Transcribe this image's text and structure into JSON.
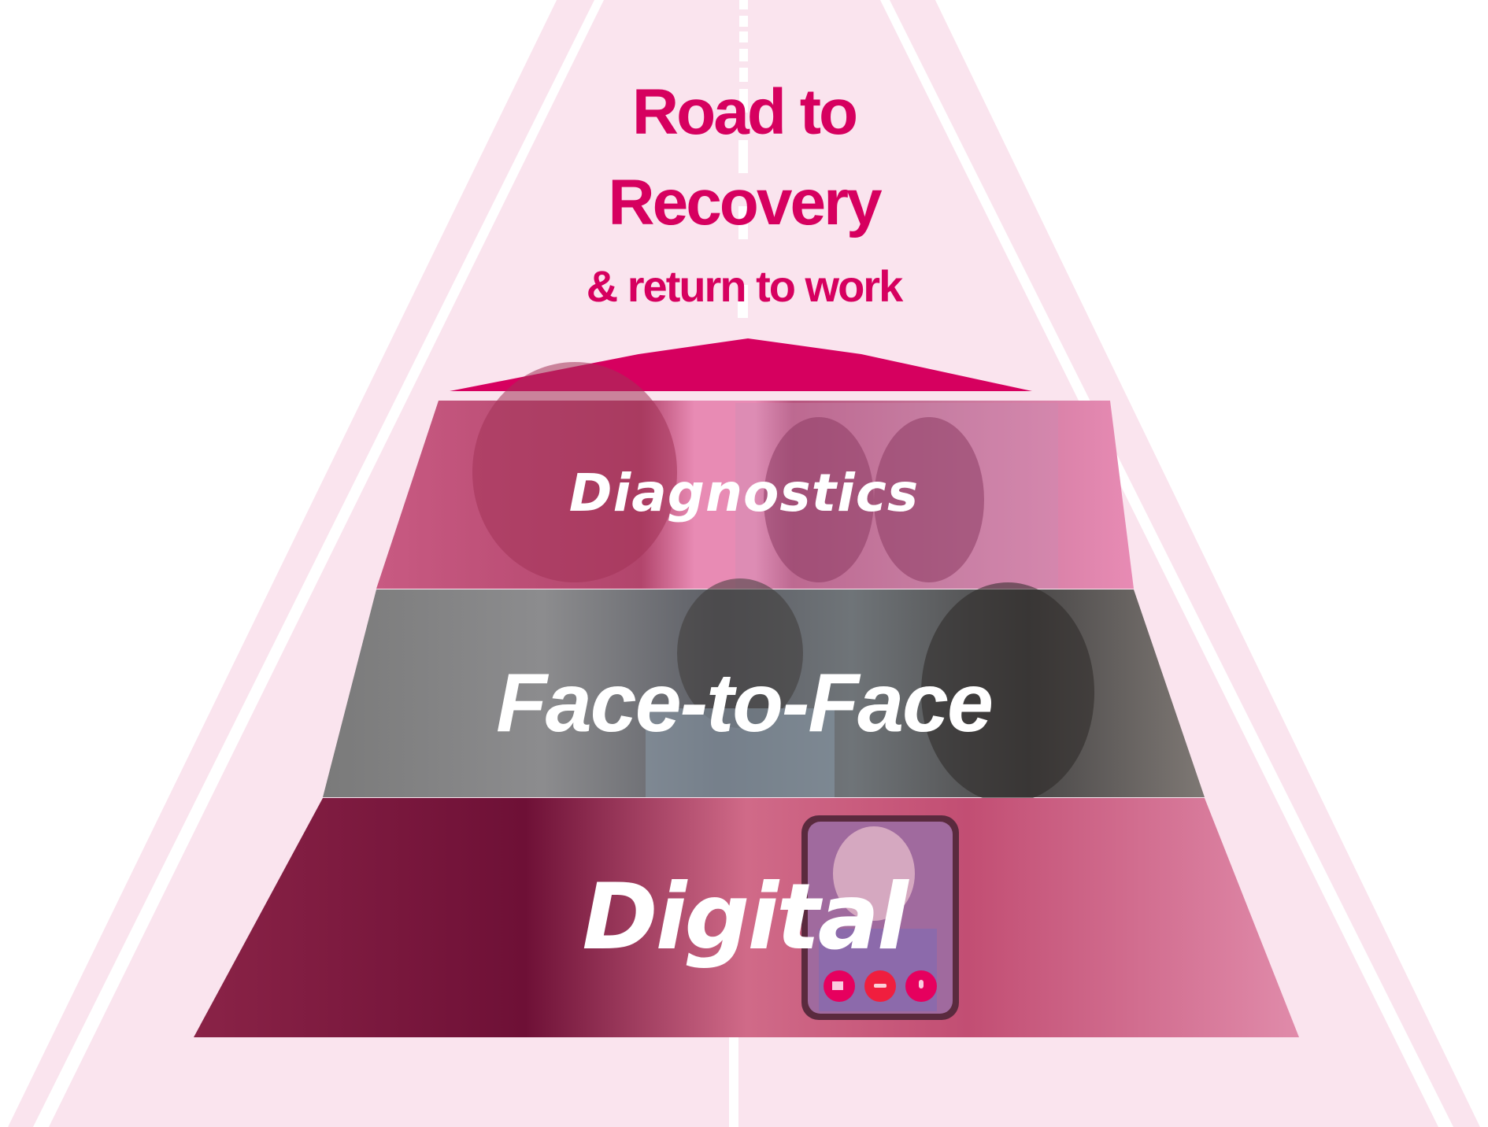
{
  "title": {
    "line1": "Road to",
    "line2": "Recovery",
    "subtitle": "& return to work"
  },
  "levels": [
    {
      "label": "Diagnostics",
      "image": "doctor-examining-chest-xray",
      "tint": "#E87BA8"
    },
    {
      "label": "Face-to-Face",
      "image": "doctor-consulting-patient",
      "tint": "#6E6E72"
    },
    {
      "label": "Digital",
      "image": "video-call-on-smartphone",
      "tint": "#8A1E45"
    }
  ],
  "phone_call_controls": [
    "video-icon",
    "end-call-icon",
    "microphone-icon"
  ],
  "colors": {
    "brand_magenta": "#D6005F",
    "road_pink": "#FAE4EE",
    "lane_white": "#FFFFFF"
  }
}
